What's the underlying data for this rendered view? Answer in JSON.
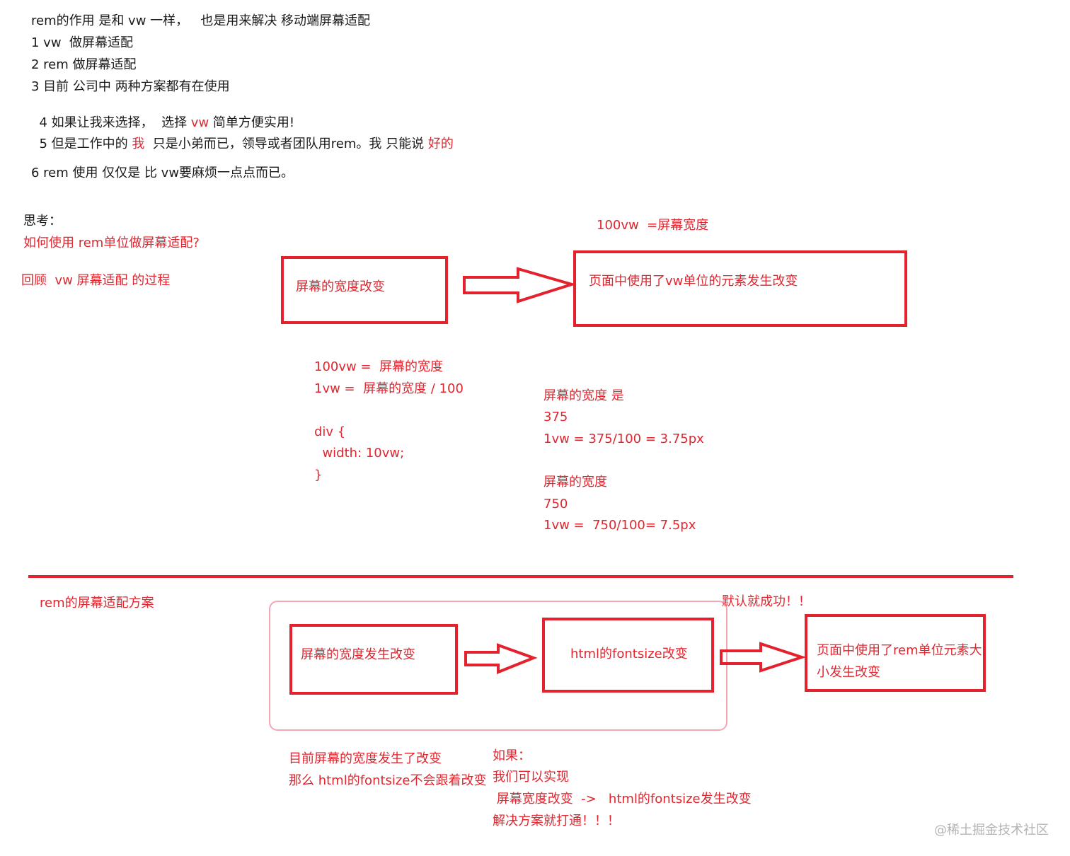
{
  "intro": {
    "lines": [
      "rem的作用 是和 vw 一样，   也是用来解决 移动端屏幕适配",
      "1 vw  做屏幕适配",
      "2 rem 做屏幕适配",
      "3 目前 公司中 两种方案都有在使用"
    ],
    "line4": {
      "prefix": "4 如果让我来选择，  选择 ",
      "highlight": "vw",
      "suffix": " 简单方便实用!"
    },
    "line5": {
      "prefix": "5 但是工作中的 ",
      "highlight1": "我",
      "middle": "  只是小弟而已，领导或者团队用rem。我 只能说 ",
      "highlight2": "好的"
    },
    "line6": "6 rem 使用 仅仅是 比 vw要麻烦一点点而已。"
  },
  "think": {
    "label": "思考：",
    "question": "如何使用 rem单位做屏幕适配?",
    "review": "回顾  vw 屏幕适配 的过程"
  },
  "vw_flow": {
    "note_top": "100vw  =屏幕宽度",
    "box1": "屏幕的宽度改变",
    "box2": "页面中使用了vw单位的元素发生改变",
    "arrow": "arrow-right-icon"
  },
  "vw_formula": {
    "lines": [
      "100vw =  屏幕的宽度",
      "1vw =  屏幕的宽度 / 100",
      "",
      "div {",
      "  width: 10vw;",
      "}"
    ]
  },
  "vw_examples": {
    "lines": [
      "屏幕的宽度 是",
      "375",
      "1vw = 375/100 = 3.75px",
      "",
      "屏幕的宽度",
      "750",
      "1vw =  750/100= 7.5px"
    ]
  },
  "rem_flow": {
    "title": "rem的屏幕适配方案",
    "box1": "屏幕的宽度发生改变",
    "box2": "html的fontsize改变",
    "box3_line1": "页面中使用了rem单位元素大",
    "box3_line2": "小发生改变",
    "success_note": "默认就成功！！"
  },
  "rem_notes_left": {
    "lines": [
      "目前屏幕的宽度发生了改变",
      "那么 html的fontsize不会跟着改变"
    ]
  },
  "rem_notes_right": {
    "lines": [
      "如果：",
      "我们可以实现",
      " 屏幕宽度改变  ->   html的fontsize发生改变",
      "解决方案就打通！！！"
    ]
  },
  "watermark": "@稀土掘金技术社区",
  "colors": {
    "accent_red": "#e3222d",
    "text_red": "#e0262f",
    "pink_border": "#f3a6b6",
    "text": "#1a1a1a",
    "watermark": "#b4b4b4"
  }
}
